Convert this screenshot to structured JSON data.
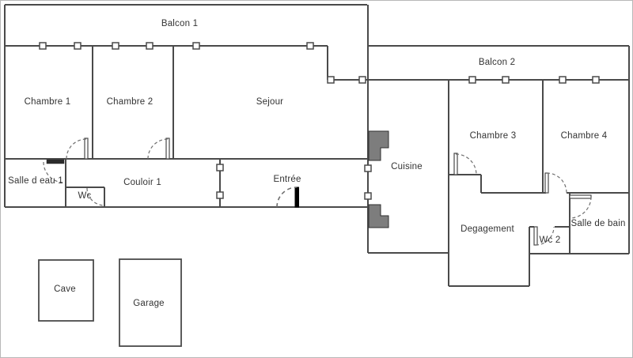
{
  "plan_title": "Apartment floor plan",
  "colors": {
    "wall": "#4a4a4a",
    "door_arc": "#6f6f6f",
    "shaft_fill": "#7d7d7d",
    "entry_door_leaf": "#000000",
    "background": "#ffffff",
    "text": "#333333"
  },
  "rooms": {
    "balcon1": {
      "label": "Balcon 1"
    },
    "chambre1": {
      "label": "Chambre 1"
    },
    "chambre2": {
      "label": "Chambre 2"
    },
    "sejour": {
      "label": "Sejour"
    },
    "balcon2": {
      "label": "Balcon 2"
    },
    "chambre3": {
      "label": "Chambre 3"
    },
    "chambre4": {
      "label": "Chambre 4"
    },
    "salle_d_eau_1": {
      "label": "Salle d eau 1"
    },
    "wc": {
      "label": "Wc"
    },
    "couloir1": {
      "label": "Couloir 1"
    },
    "entree": {
      "label": "Entrée"
    },
    "cuisine": {
      "label": "Cuisine"
    },
    "degagement": {
      "label": "Degagement"
    },
    "wc2": {
      "label": "Wc 2"
    },
    "salle_de_bain": {
      "label": "Salle de bain"
    },
    "cave": {
      "label": "Cave"
    },
    "garage": {
      "label": "Garage"
    }
  },
  "window_marker_count": 16,
  "door_count": 9
}
